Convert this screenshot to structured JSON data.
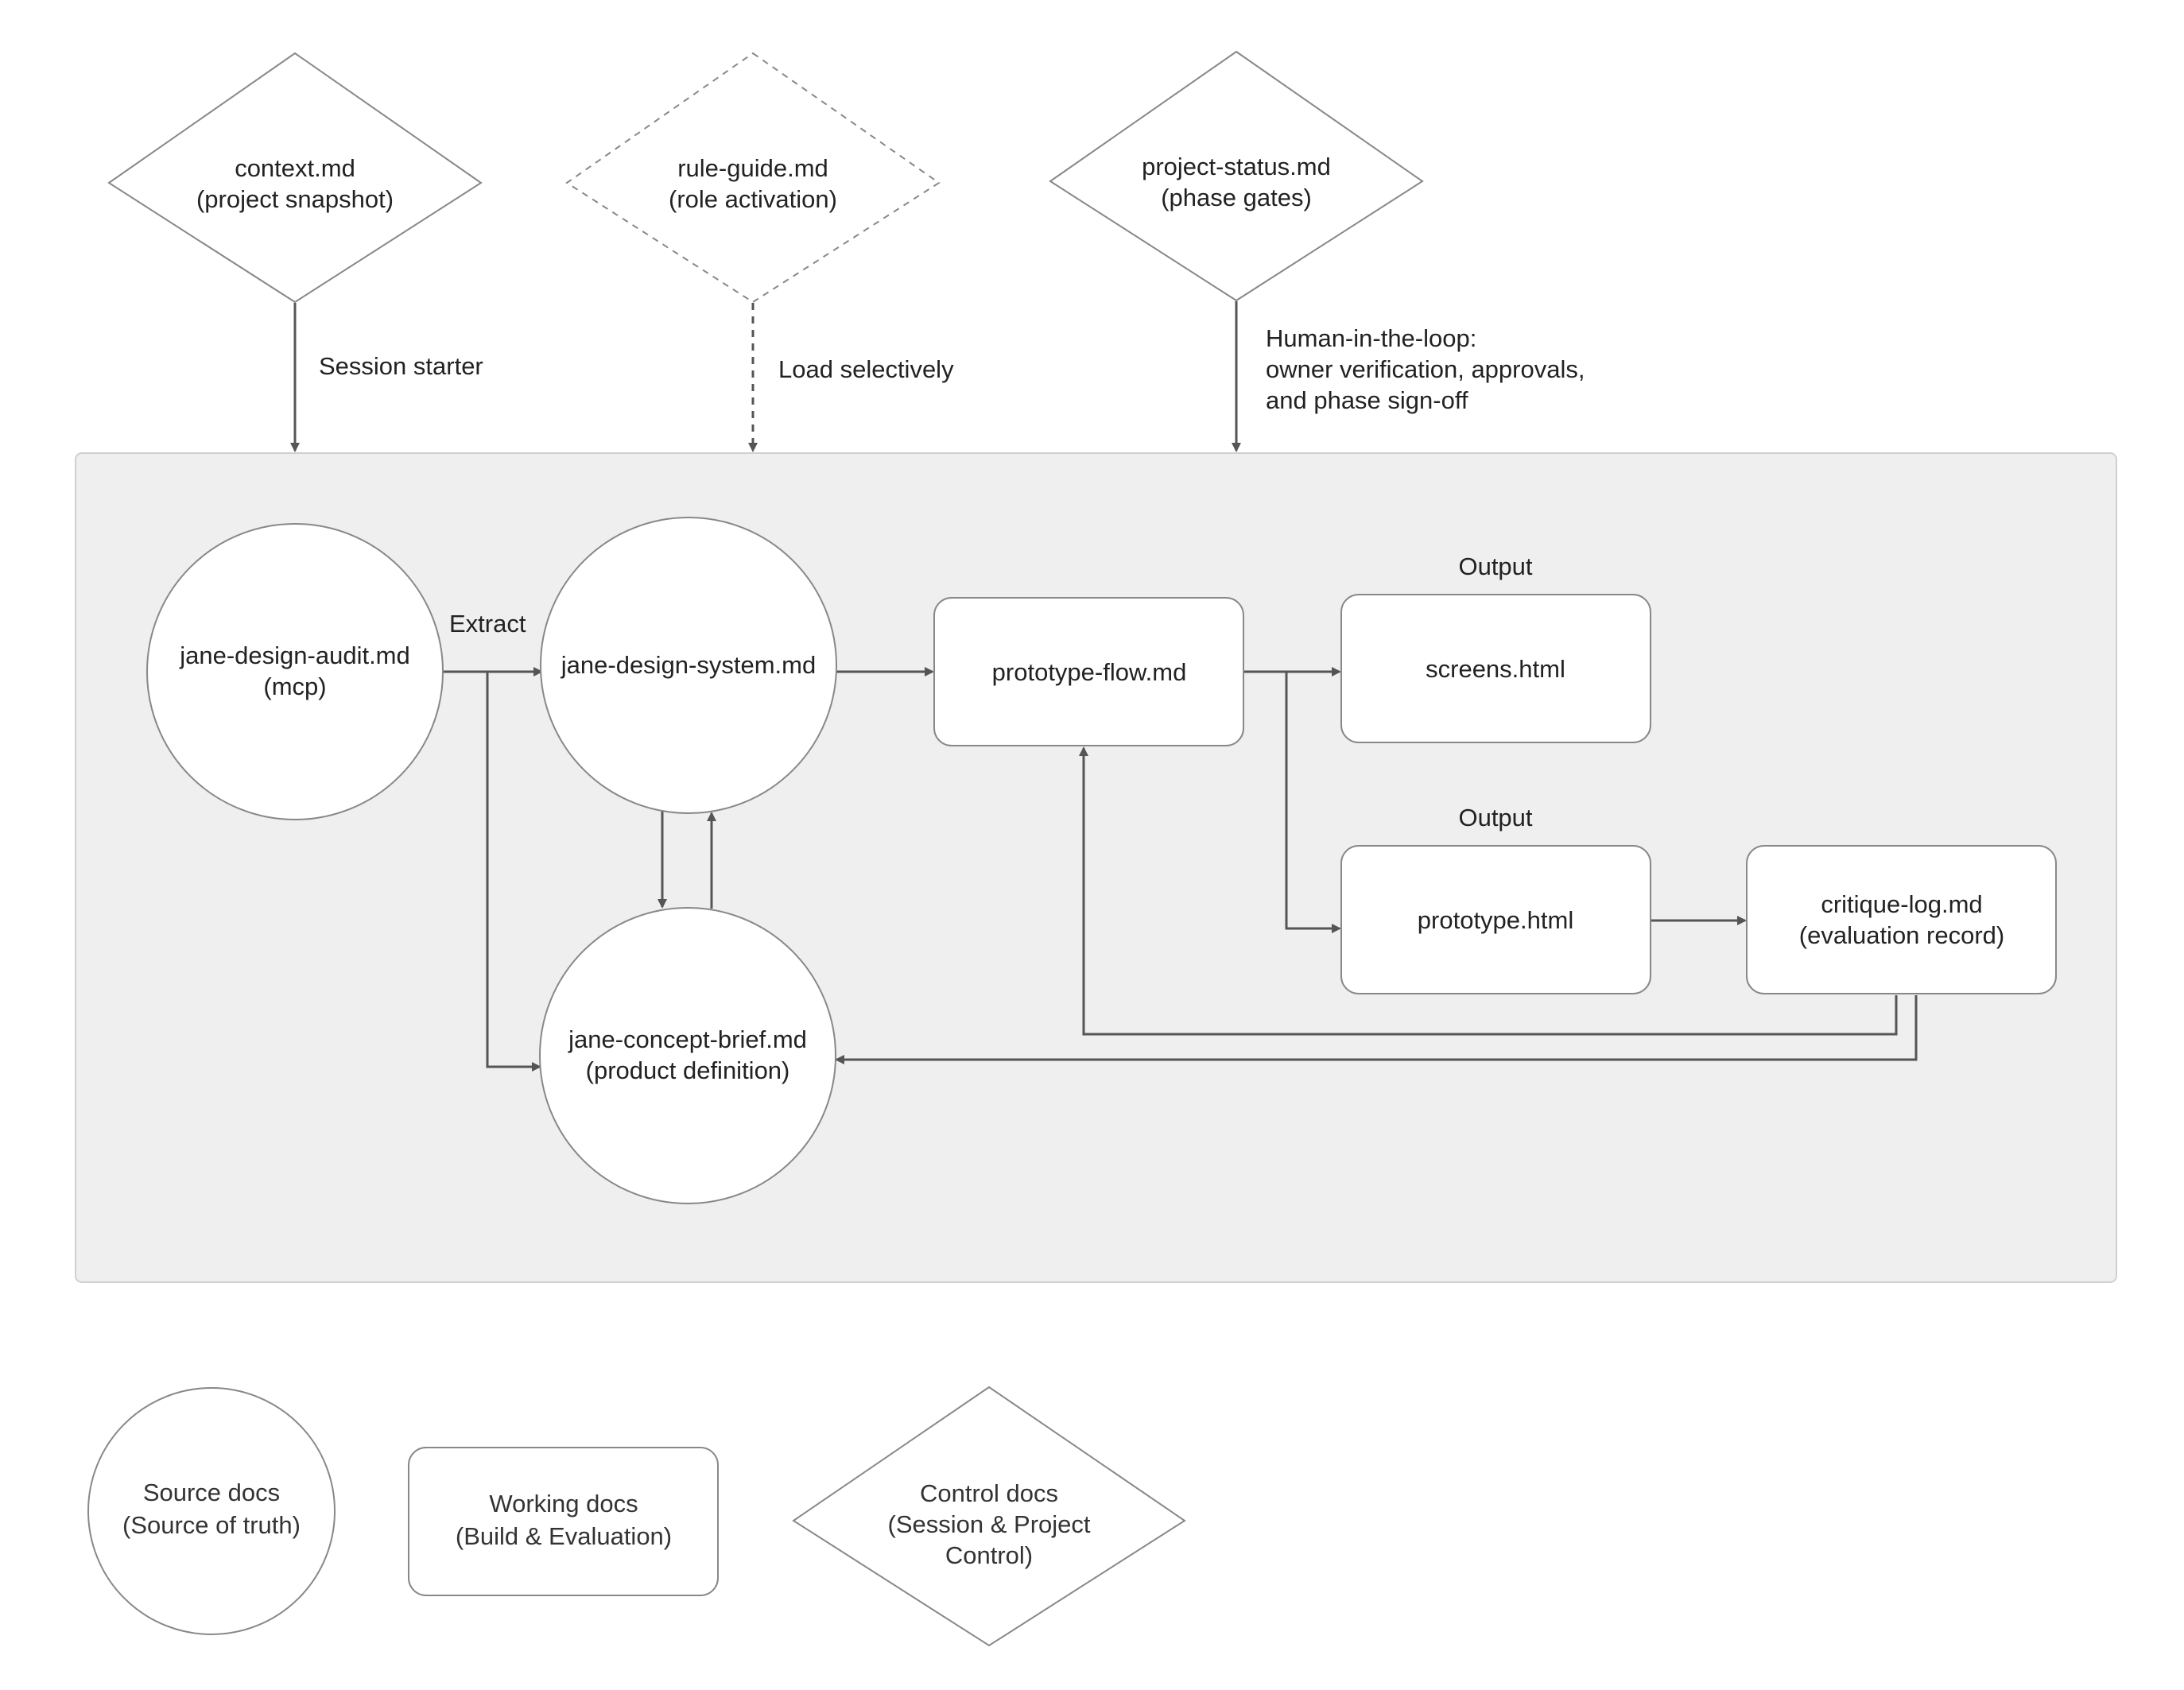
{
  "control_docs": {
    "context": {
      "line1": "context.md",
      "line2": "(project snapshot)"
    },
    "rule_guide": {
      "line1": "rule-guide.md",
      "line2": "(role activation)"
    },
    "project_status": {
      "line1": "project-status.md",
      "line2": "(phase gates)"
    }
  },
  "edge_labels": {
    "session_starter": "Session starter",
    "load_selectively": "Load selectively",
    "human_loop": {
      "line1": "Human-in-the-loop:",
      "line2": "owner verification, approvals,",
      "line3": "and phase sign-off"
    },
    "extract": "Extract",
    "output_screens": "Output",
    "output_prototype": "Output"
  },
  "source_docs": {
    "design_audit": {
      "line1": "jane-design-audit.md",
      "line2": "(mcp)"
    },
    "design_system": {
      "line1": "jane-design-system.md"
    },
    "concept_brief": {
      "line1": "jane-concept-brief.md",
      "line2": "(product definition)"
    }
  },
  "working_docs": {
    "prototype_flow": "prototype-flow.md",
    "screens": "screens.html",
    "prototype": "prototype.html",
    "critique_log": {
      "line1": "critique-log.md",
      "line2": "(evaluation record)"
    }
  },
  "legend": {
    "source": {
      "line1": "Source docs",
      "line2": "(Source of truth)"
    },
    "working": {
      "line1": "Working docs",
      "line2": "(Build & Evaluation)"
    },
    "control": {
      "line1": "Control docs",
      "line2": "(Session & Project",
      "line3": "Control)"
    }
  },
  "colors": {
    "container_fill": "#efefef",
    "stroke": "#888888",
    "arrow": "#555555",
    "node_fill": "#ffffff"
  }
}
